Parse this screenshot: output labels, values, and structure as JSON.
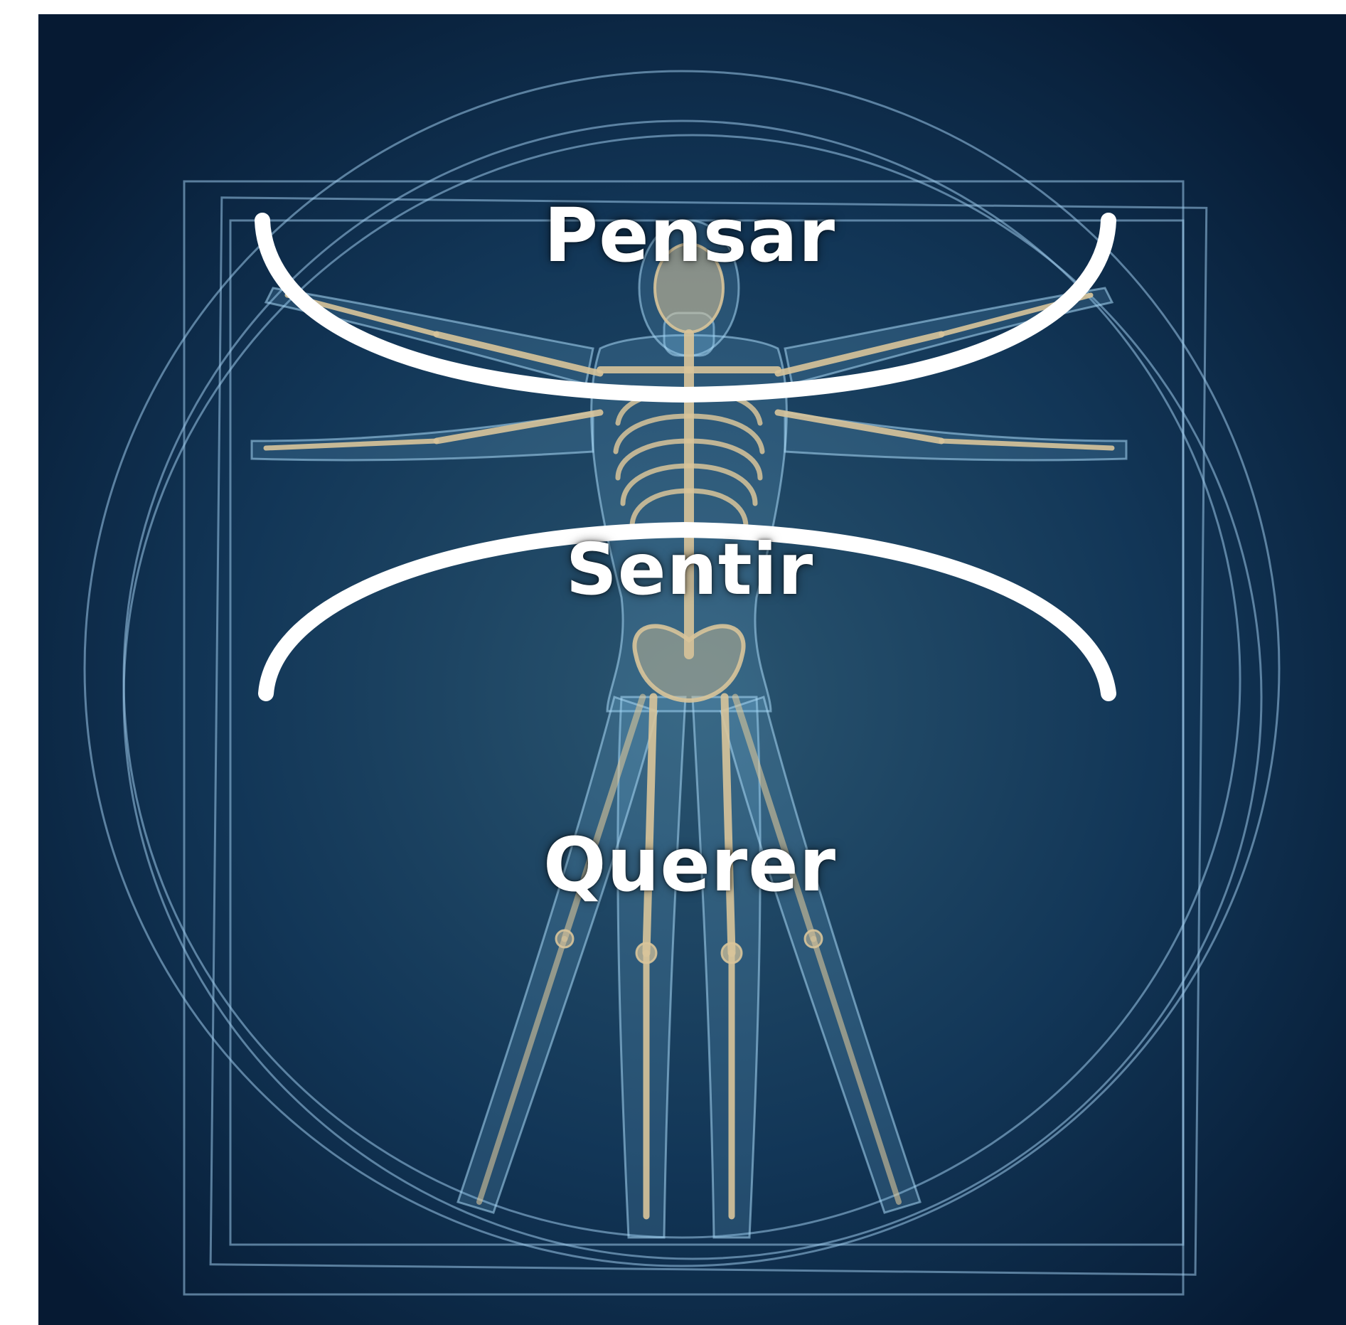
{
  "labels": {
    "top": "Pensar",
    "middle": "Sentir",
    "bottom": "Querer"
  },
  "colors": {
    "background_center": "#2a5570",
    "background_edge": "#061a33",
    "outline": "#9cc8ea",
    "bone": "#d8c49a",
    "body_glow": "#7ec0ea",
    "arc": "#ffffff",
    "text": "#ffffff"
  },
  "image": {
    "subject": "vitruvian-man-skeleton-icon"
  }
}
